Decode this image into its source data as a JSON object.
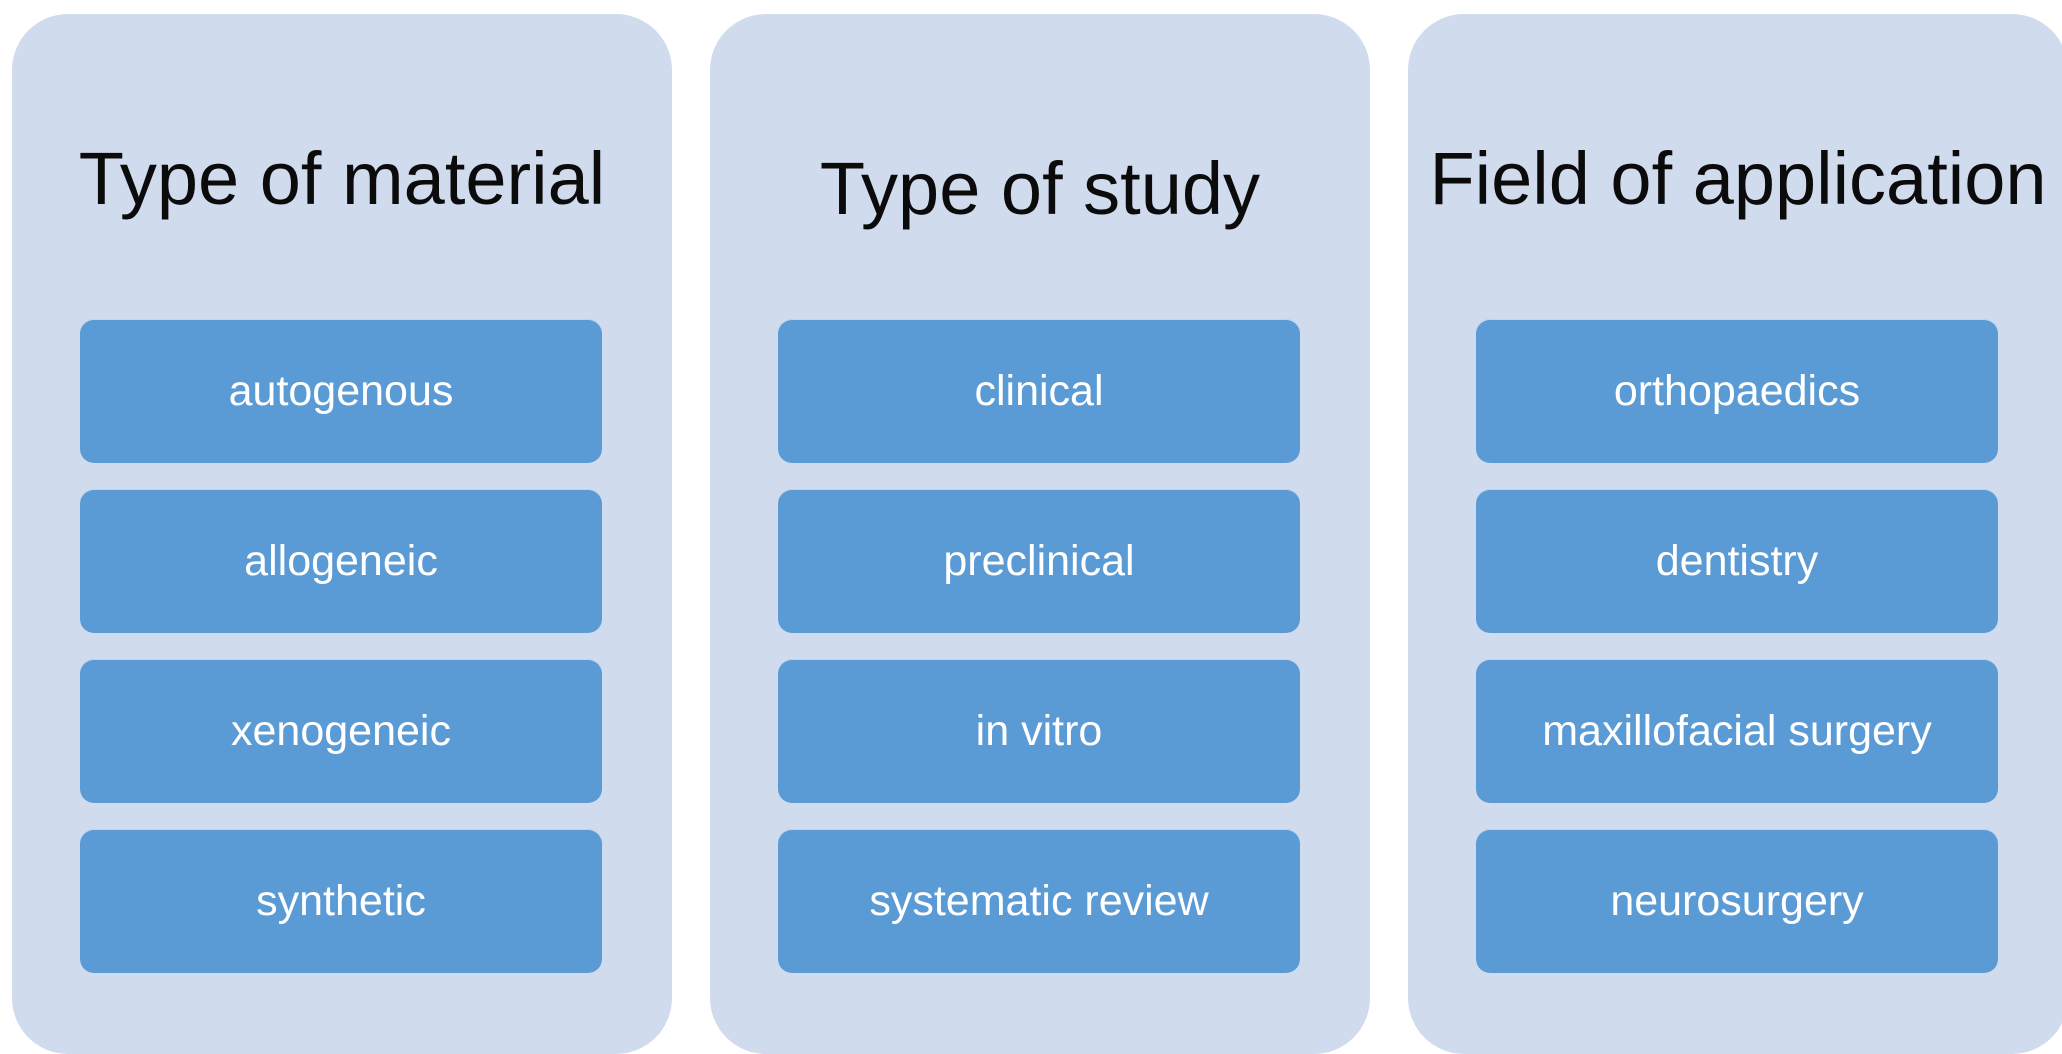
{
  "panels": [
    {
      "title": "Type of material",
      "items": [
        "autogenous",
        "allogeneic",
        "xenogeneic",
        "synthetic"
      ]
    },
    {
      "title": "Type of study",
      "items": [
        "clinical",
        "preclinical",
        "in vitro",
        "systematic review"
      ]
    },
    {
      "title": "Field of application",
      "items": [
        "orthopaedics",
        "dentistry",
        "maxillofacial surgery",
        "neurosurgery"
      ]
    }
  ],
  "colors": {
    "panel_background": "#d0dbee",
    "item_background": "#5b9bd5",
    "item_text": "#ffffff",
    "title_text": "#0b0b0b"
  }
}
